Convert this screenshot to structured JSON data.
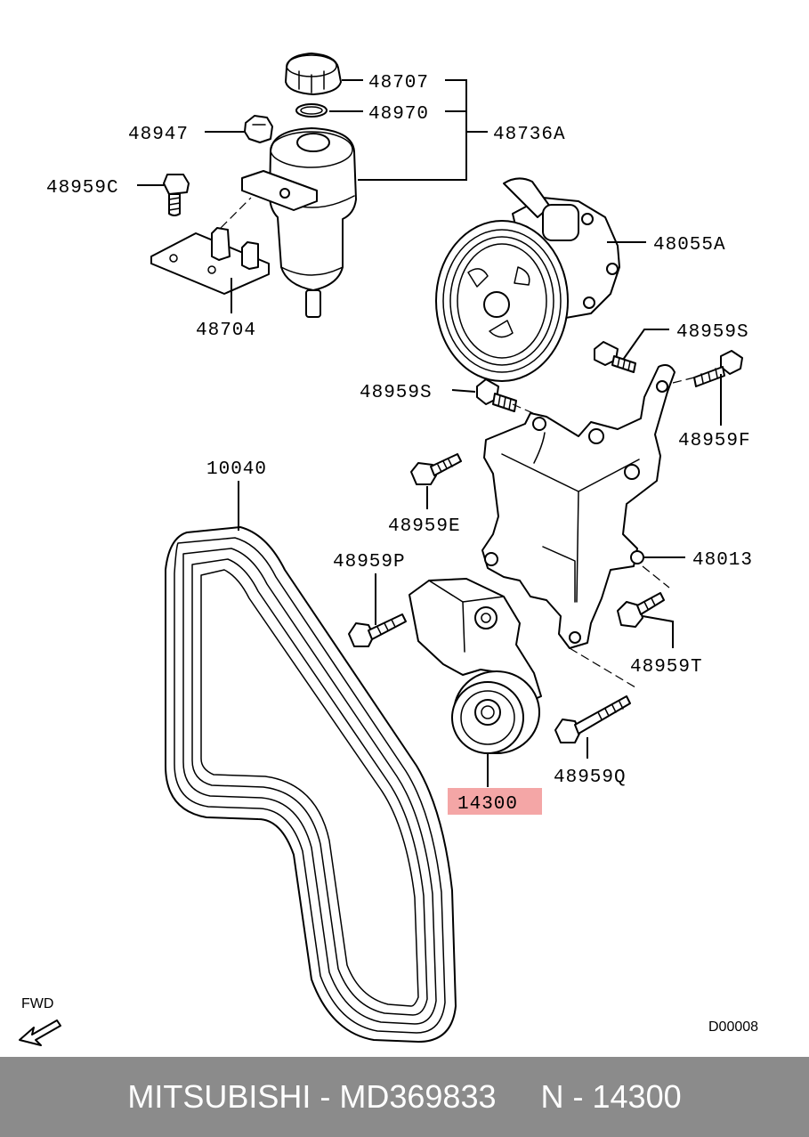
{
  "diagram": {
    "labels": {
      "cap": "48707",
      "seal": "48970",
      "reservoir_assy": "48736A",
      "nut": "48947",
      "bolt_c": "48959C",
      "bracket_reservoir": "48704",
      "pump": "48055A",
      "bolt_s_right": "48959S",
      "bolt_s_left": "48959S",
      "bolt_f": "48959F",
      "belt": "10040",
      "bolt_e": "48959E",
      "bracket_pump": "48013",
      "bolt_p": "48959P",
      "bolt_t": "48959T",
      "bolt_q": "48959Q",
      "tensioner": "14300"
    },
    "highlight_color": "#f4a6a6",
    "fwd_label": "FWD",
    "figure_code": "D00008"
  },
  "footer": {
    "text": "MITSUBISHI - MD369833     N - 14300",
    "background": "#8b8b8b"
  }
}
